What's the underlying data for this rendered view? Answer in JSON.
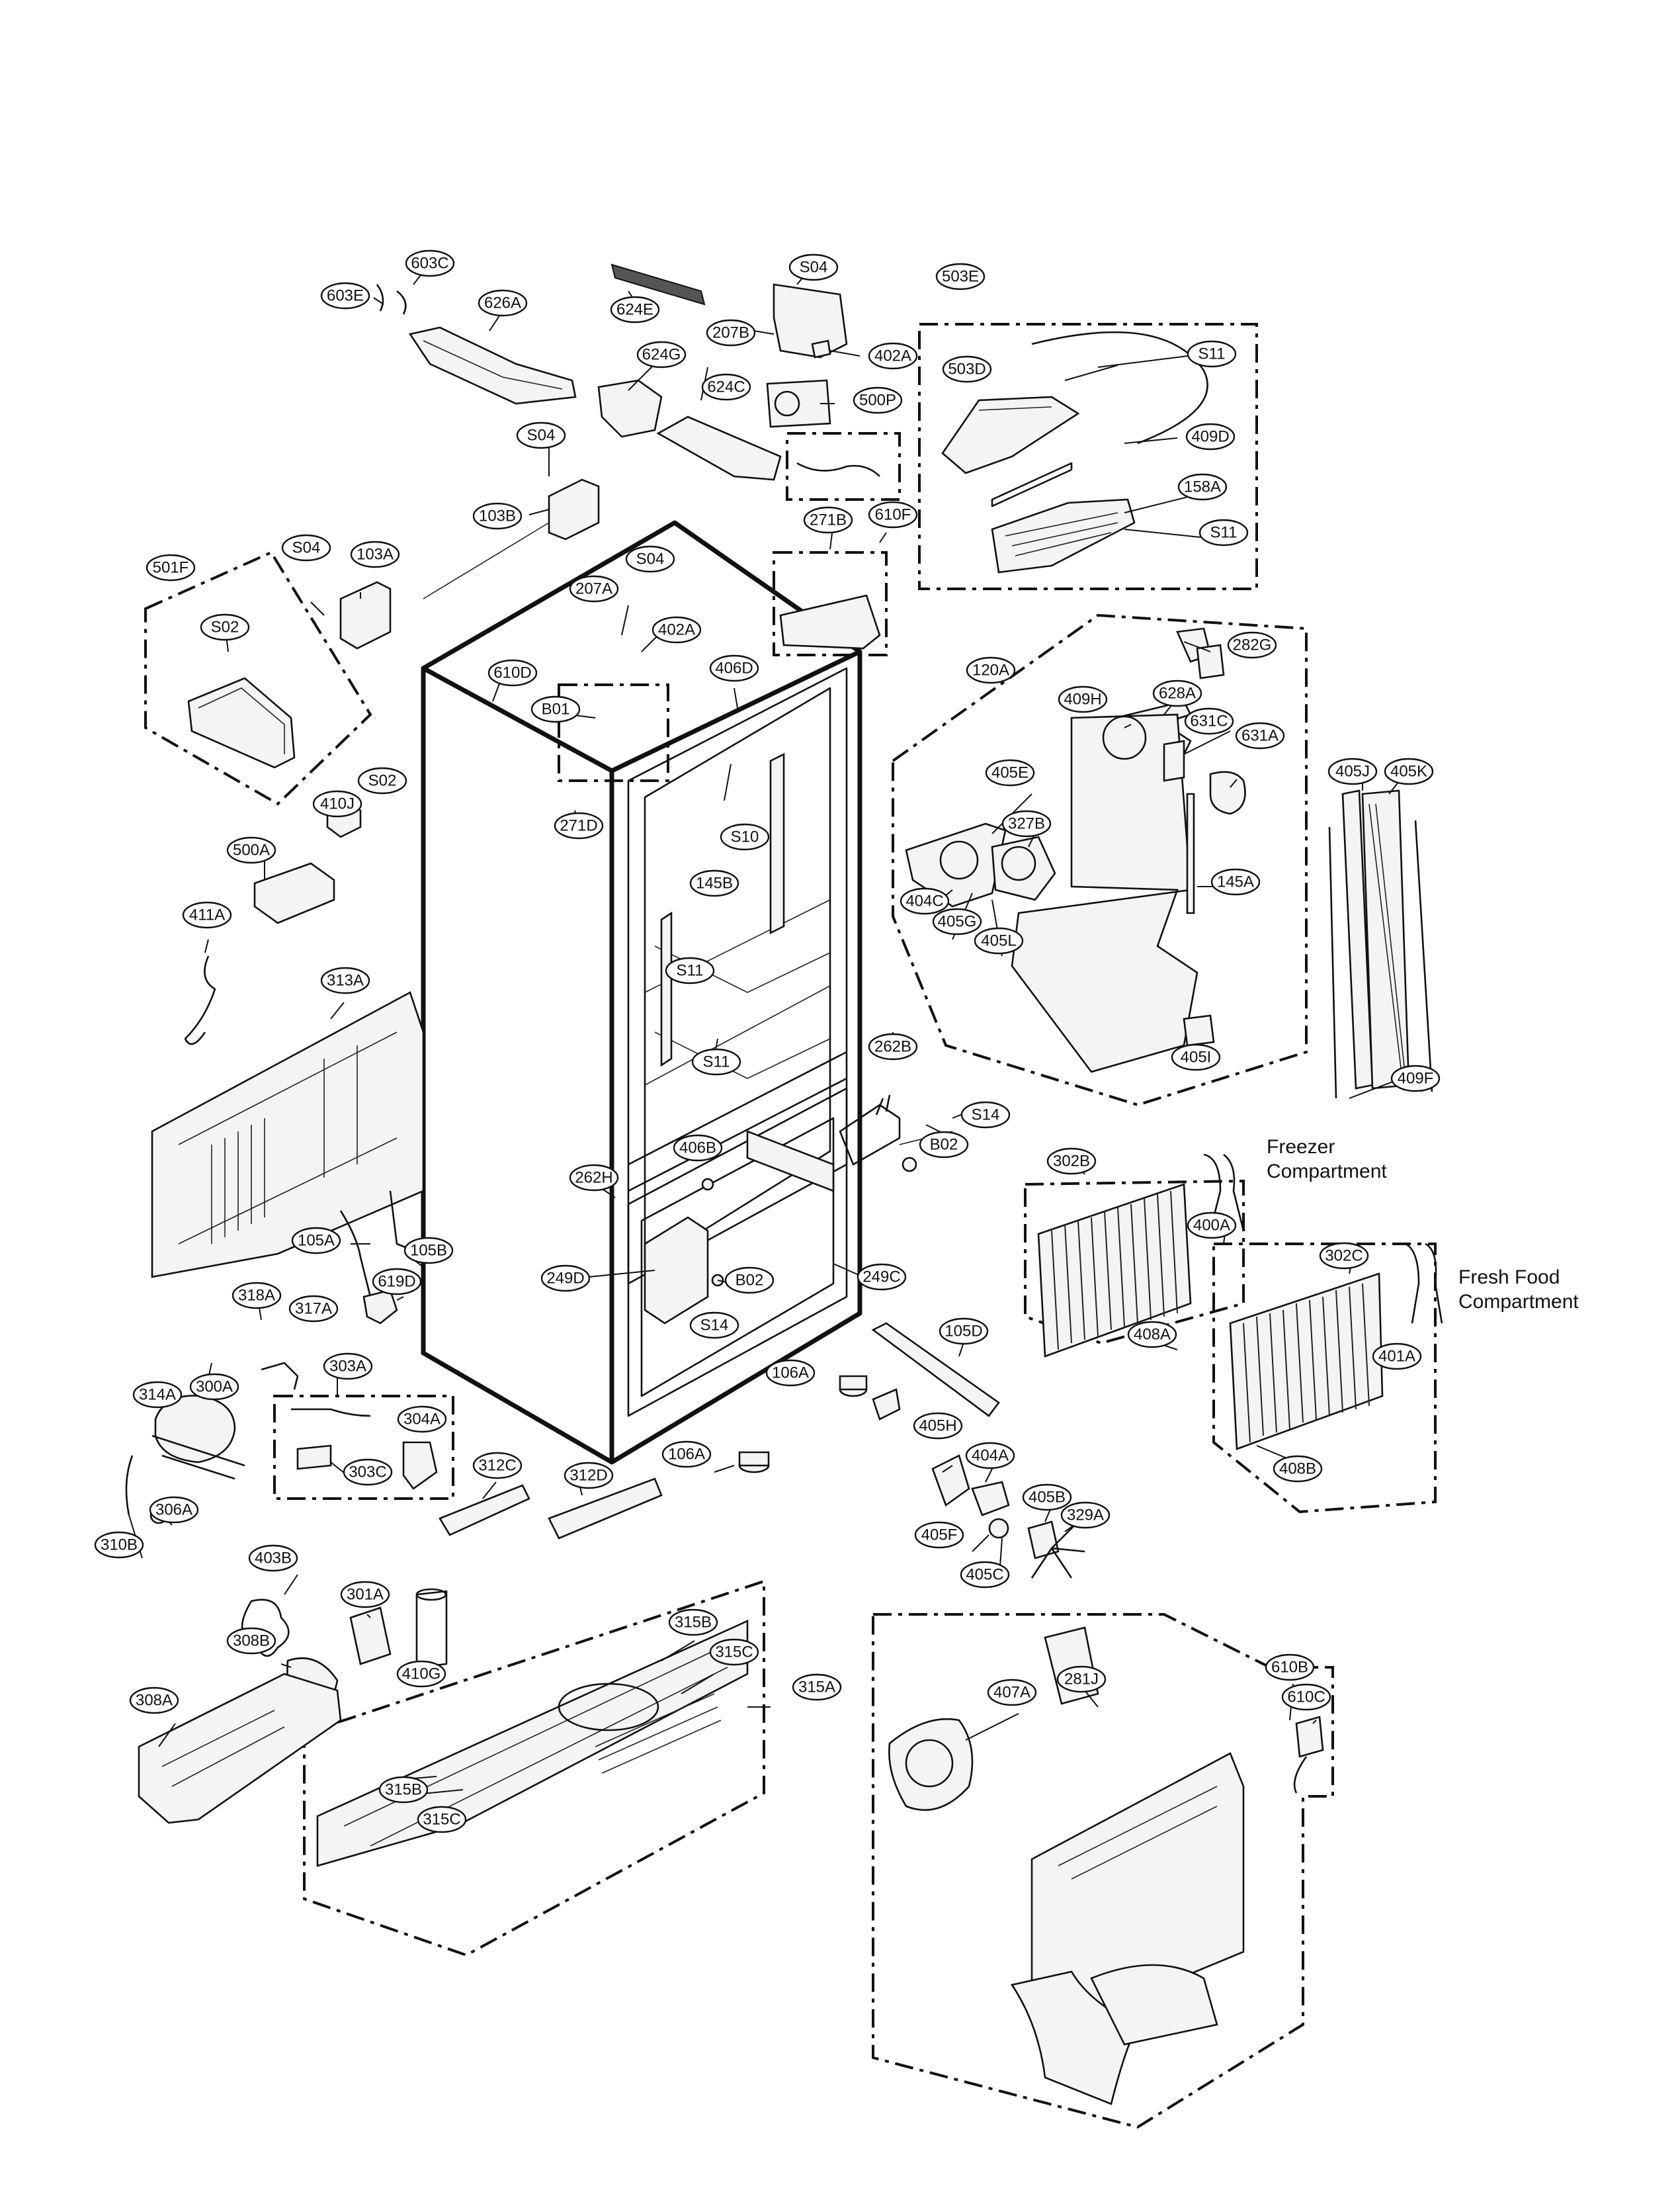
{
  "labels": {
    "603C": "603C",
    "603E": "603E",
    "626A": "626A",
    "624E": "624E",
    "S04_top": "S04",
    "207B": "207B",
    "402A_top": "402A",
    "503E": "503E",
    "S11_a": "S11",
    "503D": "503D",
    "409D": "409D",
    "158A": "158A",
    "S11_b": "S11",
    "624G": "624G",
    "624C": "624C",
    "500P": "500P",
    "S04_mid": "S04",
    "103B": "103B",
    "610F": "610F",
    "271B": "271B",
    "501F": "501F",
    "S04_left": "S04",
    "103A": "103A",
    "S02_a": "S02",
    "207A": "207A",
    "S04_b": "S04",
    "402A_mid": "402A",
    "610D": "610D",
    "B01": "B01",
    "406D": "406D",
    "282G": "282G",
    "120A": "120A",
    "628A": "628A",
    "409H": "409H",
    "631C": "631C",
    "631A": "631A",
    "405J": "405J",
    "405K": "405K",
    "S02_b": "S02",
    "410J": "410J",
    "271D": "271D",
    "S10": "S10",
    "405E": "405E",
    "327B": "327B",
    "500A": "500A",
    "145B": "145B",
    "404C": "404C",
    "145A": "145A",
    "405G": "405G",
    "405L": "405L",
    "411A": "411A",
    "S11_c": "S11",
    "313A": "313A",
    "S11_d": "S11",
    "405I": "405I",
    "409F": "409F",
    "262B": "262B",
    "S14_a": "S14",
    "B02_a": "B02",
    "406B": "406B",
    "262H": "262H",
    "302B": "302B",
    "400A": "400A",
    "105A": "105A",
    "105B": "105B",
    "619D": "619D",
    "249D": "249D",
    "B02_b": "B02",
    "249C": "249C",
    "S14_b": "S14",
    "302C": "302C",
    "318A": "318A",
    "317A": "317A",
    "105D": "105D",
    "408A": "408A",
    "401A": "401A",
    "303A": "303A",
    "106A_a": "106A",
    "300A": "300A",
    "314A": "314A",
    "304A": "304A",
    "303C": "303C",
    "312C": "312C",
    "312D": "312D",
    "106A_b": "106A",
    "405H": "405H",
    "404A": "404A",
    "408B": "408B",
    "306A": "306A",
    "310B": "310B",
    "405B": "405B",
    "329A": "329A",
    "405F": "405F",
    "405C": "405C",
    "403B": "403B",
    "301A": "301A",
    "308B": "308B",
    "410G": "410G",
    "315B_a": "315B",
    "315C_a": "315C",
    "315A": "315A",
    "610B": "610B",
    "281J": "281J",
    "407A": "407A",
    "610C": "610C",
    "308A": "308A",
    "315B_b": "315B",
    "315C_b": "315C"
  },
  "notes": {
    "freezer_line1": "Freezer",
    "freezer_line2": "Compartment",
    "fresh_line1": "Fresh Food",
    "fresh_line2": "Compartment"
  }
}
